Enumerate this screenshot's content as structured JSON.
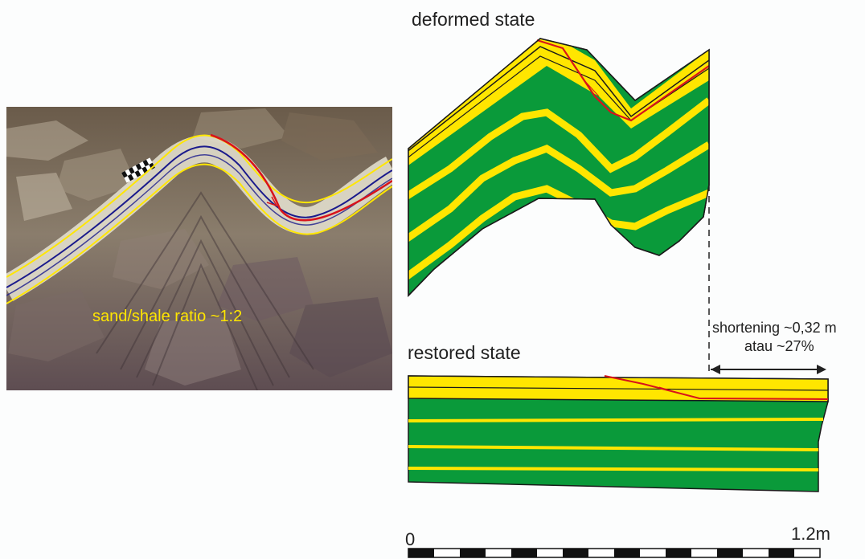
{
  "photo": {
    "caption": "sand/shale ratio ~1:2"
  },
  "deformed": {
    "title": "deformed state"
  },
  "restored": {
    "title": "restored state"
  },
  "shortening": {
    "line1": "shortening ~0,32 m",
    "line2": "atau ~27%"
  },
  "scale_bar": {
    "start_label": "0",
    "end_label": "1.2m"
  },
  "colors": {
    "sand": "#ffe600",
    "shale": "#0a9a3a",
    "fault": "#d8131b",
    "bed_trace": "#1a1a8c",
    "outline": "#1a1a1a",
    "caption_text": "#ffe600"
  }
}
